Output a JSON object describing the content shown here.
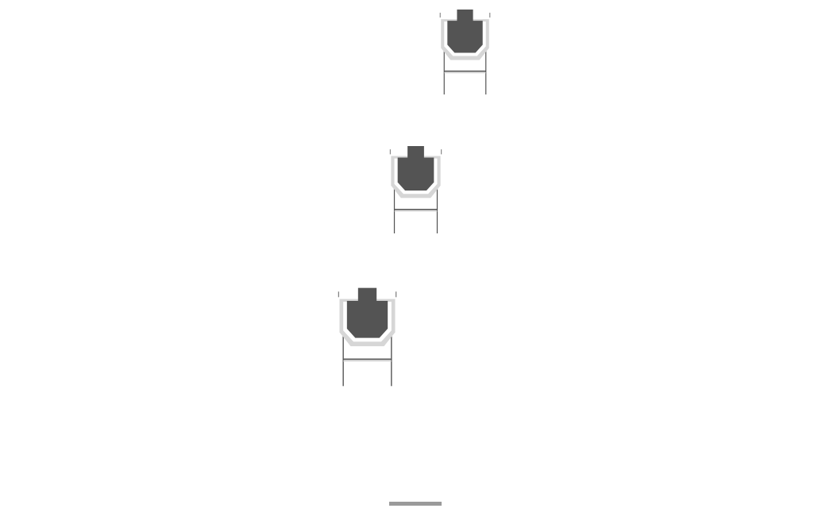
{
  "game": {
    "targets": [
      {
        "id": "target-1"
      },
      {
        "id": "target-2"
      },
      {
        "id": "target-3"
      }
    ],
    "colors": {
      "silhouette": "#545454",
      "frame": "#d6d6d6",
      "stand": "#555555",
      "bar": "#9a9a9a"
    }
  }
}
